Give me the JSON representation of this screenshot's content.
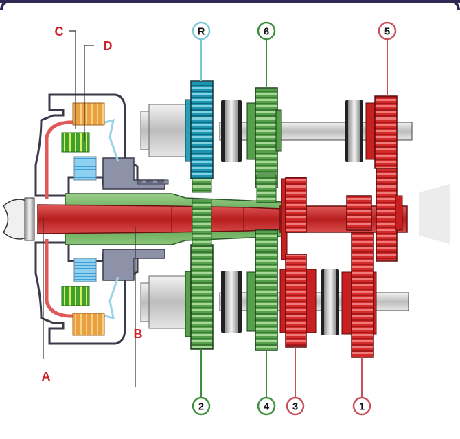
{
  "title": "Dual-clutch transmission cutaway",
  "colors": {
    "frame": "#2f2a55",
    "letter_label": "#d0202a",
    "reverse": "#1e95b0",
    "reverse_ring": "#7cc6d6",
    "even": "#4f9a45",
    "even_ring": "#3f8f3f",
    "odd": "#d42a2a",
    "odd_ring": "#c9515a",
    "housing": "#9aa0b4",
    "shaft_steel": "#c9c9c9"
  },
  "component_labels": [
    {
      "id": "A",
      "text": "A"
    },
    {
      "id": "B",
      "text": "B"
    },
    {
      "id": "C",
      "text": "C"
    },
    {
      "id": "D",
      "text": "D"
    }
  ],
  "gear_labels": {
    "top": [
      {
        "text": "R",
        "group": "reverse"
      },
      {
        "text": "6",
        "group": "even"
      },
      {
        "text": "5",
        "group": "odd"
      }
    ],
    "bottom": [
      {
        "text": "2",
        "group": "even"
      },
      {
        "text": "4",
        "group": "even"
      },
      {
        "text": "3",
        "group": "odd"
      },
      {
        "text": "1",
        "group": "odd"
      }
    ]
  }
}
